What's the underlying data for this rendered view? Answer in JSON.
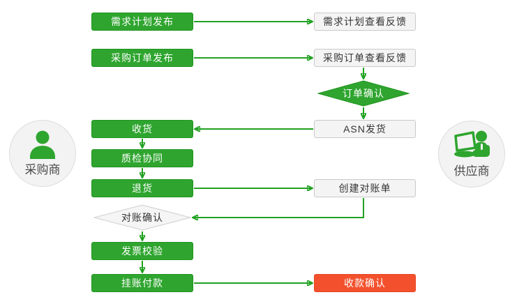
{
  "diagram": {
    "actors": {
      "buyer": {
        "label": "采购商",
        "icon": "person-icon"
      },
      "supplier": {
        "label": "供应商",
        "icon": "person-laptop-icon"
      }
    },
    "buyer_flow": [
      {
        "label": "需求计划发布",
        "type": "process"
      },
      {
        "label": "采购订单发布",
        "type": "process"
      },
      {
        "label": "收货",
        "type": "process"
      },
      {
        "label": "质检协同",
        "type": "process"
      },
      {
        "label": "退货",
        "type": "process"
      },
      {
        "label": "对账确认",
        "type": "decision"
      },
      {
        "label": "发票校验",
        "type": "process"
      },
      {
        "label": "挂账付款",
        "type": "process"
      }
    ],
    "supplier_flow": [
      {
        "label": "需求计划查看反馈",
        "type": "document"
      },
      {
        "label": "采购订单查看反馈",
        "type": "document"
      },
      {
        "label": "订单确认",
        "type": "decision"
      },
      {
        "label": "ASN发货",
        "type": "document"
      },
      {
        "label": "创建对账单",
        "type": "document"
      },
      {
        "label": "收款确认",
        "type": "highlight"
      }
    ],
    "colors": {
      "process_green": "#2fa52f",
      "process_green_border": "#1e941e",
      "connector_green": "#21a121",
      "document_fill": "#f4f4f4",
      "document_border": "#c9c9c9",
      "decision_gray_fill": "#f5f5f5",
      "decision_gray_border": "#cfcfcf",
      "highlight_red": "#f3512d",
      "actor_circle_fill": "#f3f3f3",
      "text_dark": "#333333",
      "text_white": "#ffffff"
    }
  }
}
